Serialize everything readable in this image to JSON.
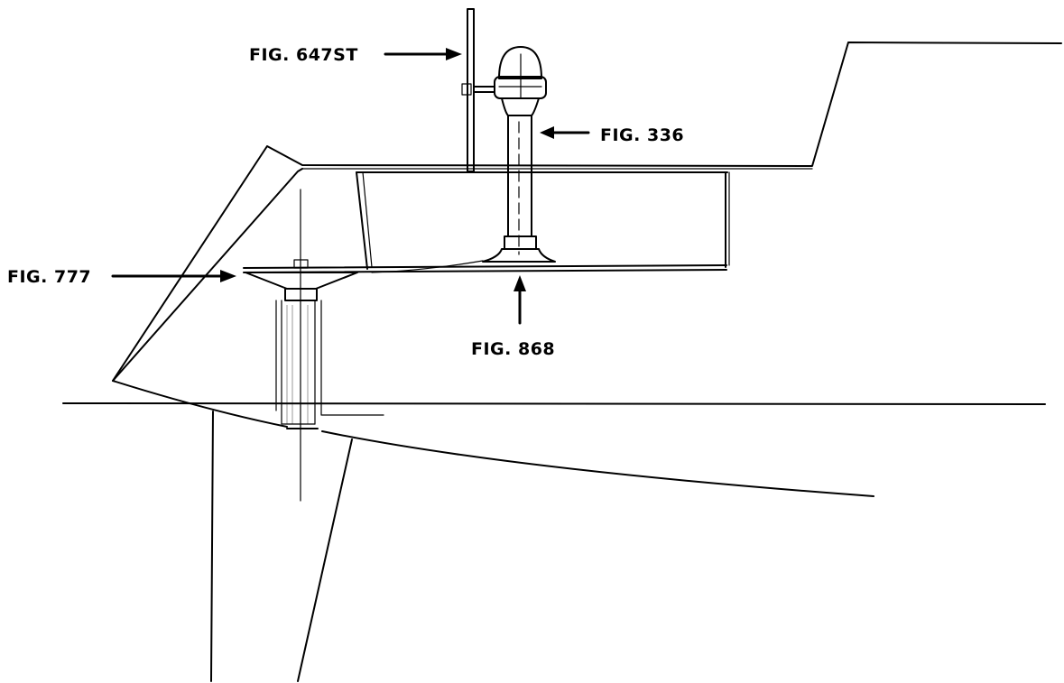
{
  "labels": {
    "fig_647st": "FIG. 647ST",
    "fig_336": "FIG. 336",
    "fig_777": "FIG. 777",
    "fig_868": "FIG. 868"
  },
  "colors": {
    "ink": "#000000",
    "background": "#ffffff"
  }
}
